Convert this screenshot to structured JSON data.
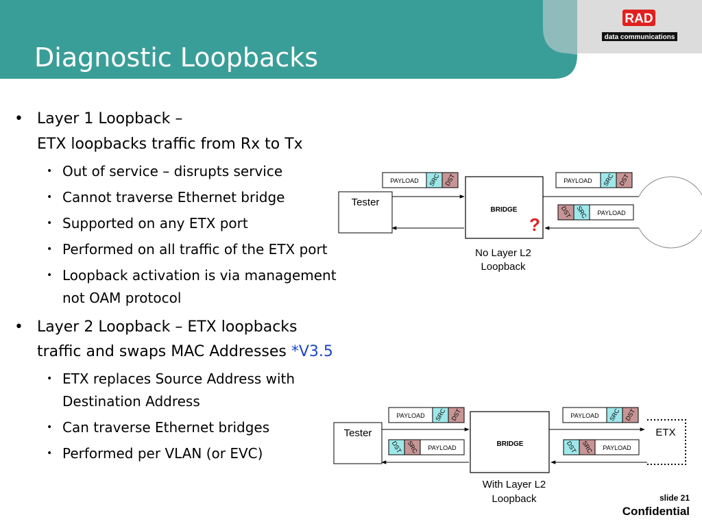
{
  "title": "Diagnostic Loopbacks",
  "logo": {
    "brand": "RAD",
    "tagline": "data communications"
  },
  "colors": {
    "teal": "#3a9e98",
    "grey": "#dcdcdc",
    "payload_cyan": "#9fe8ea",
    "dst_rose": "#c79595",
    "question_red": "#e21f1f",
    "accent_blue": "#1a44c2"
  },
  "bullets": {
    "l1_line1": "Layer 1 Loopback –",
    "l1_line2": "ETX loopbacks traffic from Rx to Tx",
    "l1_sub": [
      "Out of service – disrupts service",
      "Cannot traverse Ethernet bridge",
      "Supported on any ETX port",
      "Performed on all traffic of the ETX port",
      "Loopback activation is via management",
      "not OAM protocol"
    ],
    "l2_line1": "Layer 2 Loopback – ETX loopbacks",
    "l2_line2": "traffic and swaps MAC Addresses",
    "l2_version": "*V3.5",
    "l2_sub": [
      "ETX replaces Source Address with",
      "Destination Address",
      "Can traverse Ethernet bridges",
      "Performed per VLAN (or EVC)"
    ]
  },
  "diagram1": {
    "tester": "Tester",
    "bridge": "BRIDGE",
    "question": "?",
    "frame": {
      "payload": "PAYLOAD",
      "src": "SRC",
      "dst": "DST"
    },
    "caption_line1": "No Layer  L2",
    "caption_line2": "Loopback"
  },
  "diagram2": {
    "tester": "Tester",
    "bridge": "BRIDGE",
    "etx": "ETX",
    "frame": {
      "payload": "PAYLOAD",
      "src": "SRC",
      "dst": "DST"
    },
    "caption_line1": "With Layer  L2",
    "caption_line2": "Loopback"
  },
  "footer": {
    "slide": "slide 21",
    "confidential": "Confidential"
  }
}
